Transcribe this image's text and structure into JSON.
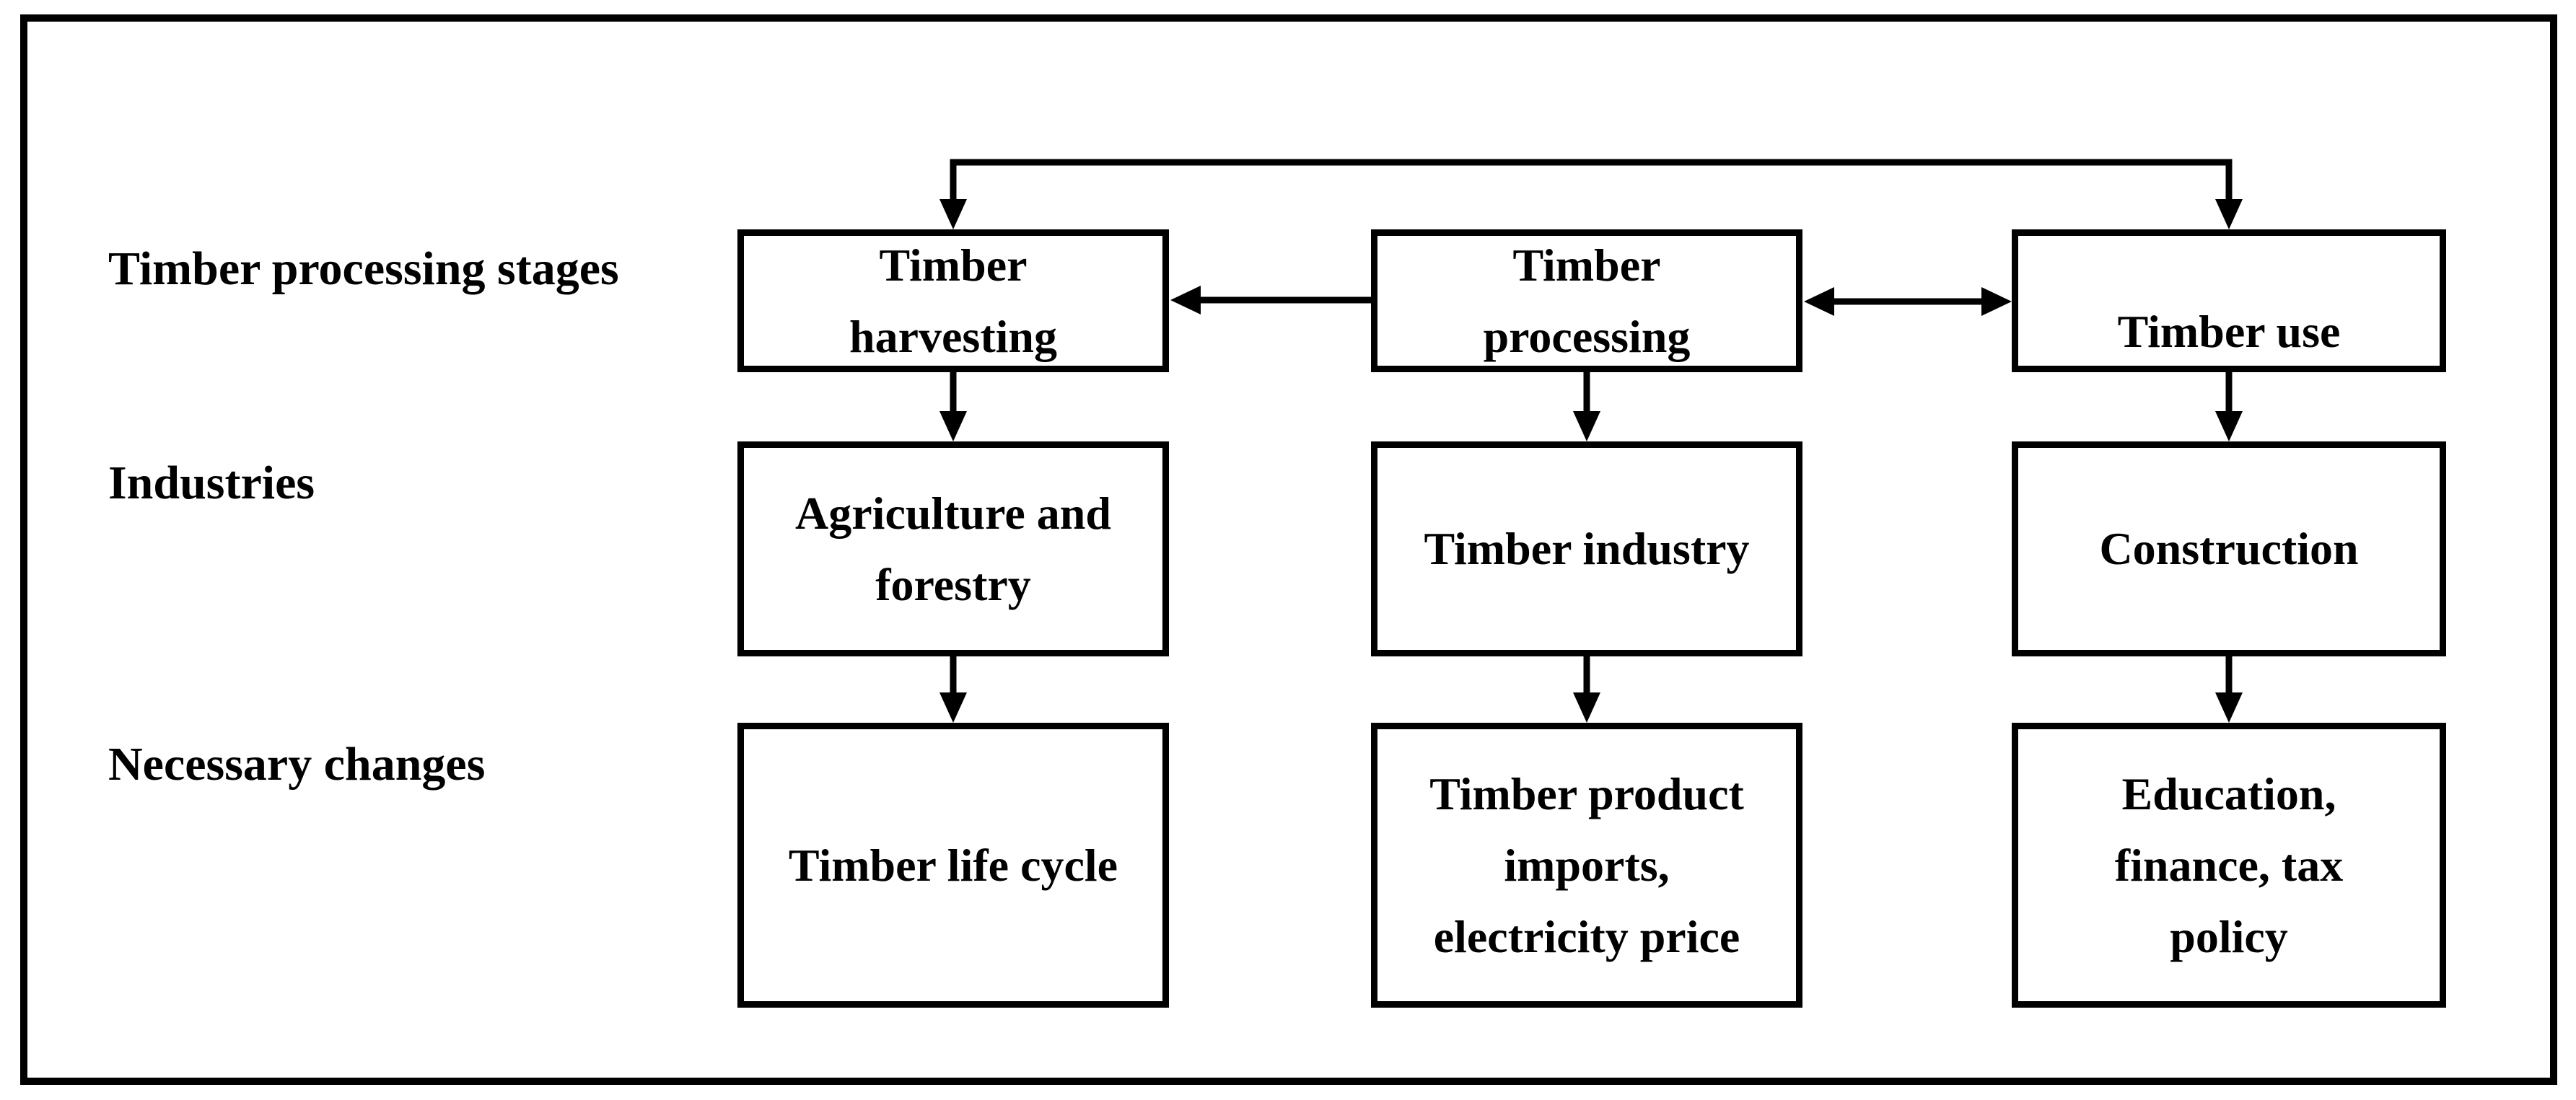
{
  "figure": {
    "row_labels": [
      {
        "id": "stages",
        "text": "Timber processing stages"
      },
      {
        "id": "industries",
        "text": "Industries"
      },
      {
        "id": "changes",
        "text": "Necessary changes"
      }
    ],
    "columns": [
      {
        "stage": "Timber\nharvesting",
        "industry": "Agriculture and\nforestry",
        "change": "Timber life cycle"
      },
      {
        "stage": "Timber\nprocessing",
        "industry": "Timber industry",
        "change": "Timber product\nimports,\nelectricity price"
      },
      {
        "stage": "Timber use",
        "industry": "Construction",
        "change": "Education,\nfinance, tax\npolicy"
      }
    ],
    "connections": [
      {
        "from": "timber-harvesting",
        "to": "timber-use",
        "style": "top-elbow, arrowheads down into both boxes"
      },
      {
        "from": "timber-harvesting",
        "to": "timber-processing",
        "style": "double-headed horizontal"
      },
      {
        "from": "timber-processing",
        "to": "timber-use",
        "style": "double-headed horizontal"
      },
      {
        "from": "timber-harvesting",
        "to": "agriculture-forestry",
        "style": "down arrow"
      },
      {
        "from": "timber-processing",
        "to": "timber-industry",
        "style": "down arrow"
      },
      {
        "from": "timber-use",
        "to": "construction",
        "style": "down arrow"
      },
      {
        "from": "agriculture-forestry",
        "to": "timber-life-cycle",
        "style": "down arrow"
      },
      {
        "from": "timber-industry",
        "to": "imports-electricity",
        "style": "down arrow"
      },
      {
        "from": "construction",
        "to": "education-finance-tax",
        "style": "down arrow"
      }
    ],
    "colors": {
      "line": "#000000",
      "text": "#000000",
      "background": "#ffffff"
    }
  }
}
